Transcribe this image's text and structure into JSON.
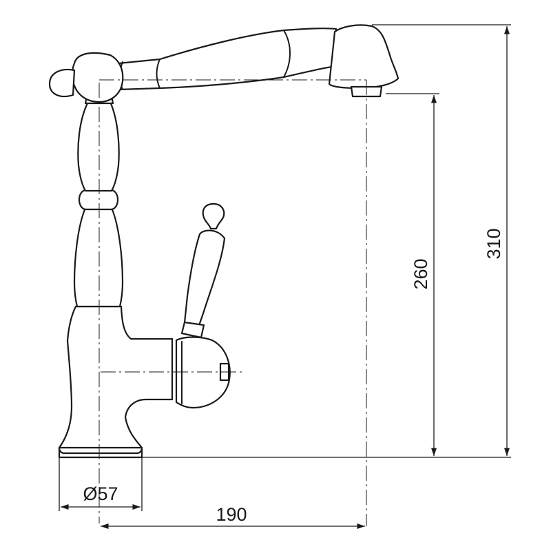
{
  "drawing": {
    "dimensions": {
      "height_total": "310",
      "height_spout": "260",
      "reach": "190",
      "base_diameter": "Ø57"
    },
    "colors": {
      "line": "#1a1a1a",
      "background": "#ffffff"
    }
  }
}
